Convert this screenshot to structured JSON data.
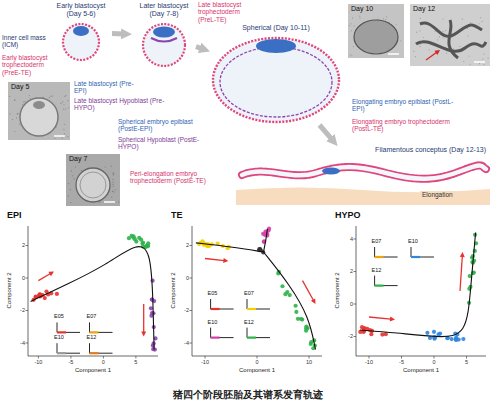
{
  "diagram": {
    "caption": "猪四个阶段胚胎及其谱系发育轨迹",
    "nodes": [
      {
        "text": [
          "Early blastocyst (Day 5-6)"
        ]
      },
      {
        "text": [
          "Later blastocyst (Day 7-8)"
        ]
      },
      {
        "text": [
          "Spherical (Day 10-11)"
        ]
      },
      {
        "text": [
          "Filamentous conceptus (Day 12-13)"
        ]
      },
      {
        "text": [
          "Day 5"
        ]
      },
      {
        "text": [
          "Day 7"
        ]
      },
      {
        "text": [
          "Day 10"
        ]
      },
      {
        "text": [
          "Day 12"
        ]
      },
      {
        "text": [
          "EPI"
        ]
      },
      {
        "text": [
          "TE"
        ]
      },
      {
        "text": [
          "HYPO"
        ]
      }
    ],
    "edges": [
      {
        "from": 0,
        "to": 1,
        "arrow": "to"
      },
      {
        "from": 1,
        "to": 2,
        "arrow": "to"
      },
      {
        "from": 2,
        "to": 3,
        "arrow": "to"
      }
    ],
    "labels": [
      "Inner cell mass (ICM)",
      "Early blastocyst trophectoderm (PreE-TE)",
      "Late blastocyst trophectoderm (PreL-TE)",
      "Late blastocyst (Pre-EPI)",
      "Late blastocyst Hypoblast (Pre-HYPO)",
      "Spherical embryo epiblast (PostE-EPI)",
      "Spherical Hypoblast (PostE-HYPO)",
      "Peri-elongation embryo trophectoderm (PostE-TE)",
      "Elongating embryo epiblast (PostL-EPI)",
      "Elongating embryo trophectoderm (PostL-TE)",
      "Elongation",
      "Component 1",
      "Component 2",
      "E05",
      "E07",
      "E10",
      "E12",
      "-10",
      "-5",
      "0",
      "5",
      "2",
      "0",
      "-2",
      "-4",
      "Component 1",
      "Component 2",
      "E05",
      "E07",
      "E10",
      "E12",
      "-10",
      "0",
      "10",
      "2",
      "0",
      "-2",
      "-4",
      "Component 1",
      "Component 2",
      "E07",
      "E10",
      "E12",
      "-10",
      "-5",
      "0",
      "5",
      "4",
      "2",
      "0",
      "-2"
    ]
  }
}
